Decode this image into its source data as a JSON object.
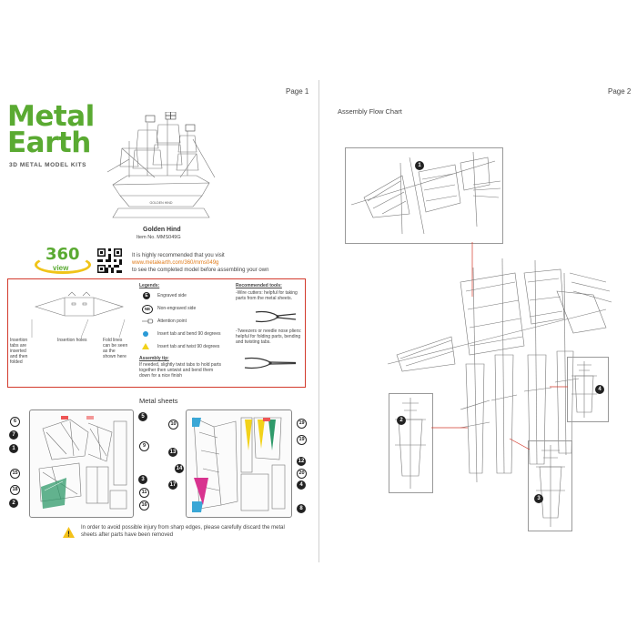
{
  "page1": {
    "page_label": "Page 1",
    "brand": {
      "line1": "Metal",
      "line2": "Earth",
      "tagline": "3D METAL MODEL KITS"
    },
    "model": {
      "name": "Golden Hind",
      "item_no": "Item No. MMS049G",
      "ship_plate": "GOLDEN HIND"
    },
    "view360": {
      "top": "360",
      "bottom": "view"
    },
    "visit_text": {
      "line1": "It is highly recommended that you visit",
      "link": "www.metalearth.com/360/mms049g",
      "line3": "to see the completed model before assembling your own"
    },
    "legends": {
      "title": "Legends:",
      "items": [
        {
          "symbol": "E",
          "label": "Engraved side"
        },
        {
          "symbol": "NE",
          "label": "Non-engraved side"
        },
        {
          "symbol": "",
          "label": "Attention point"
        },
        {
          "symbol": "",
          "label": "Insert tab and bend 90 degrees"
        },
        {
          "symbol": "",
          "label": "Insert tab and twist 90 degrees"
        }
      ]
    },
    "assembly_tip": {
      "title": "Assembly tip:",
      "text": "If needed, slightly twist tabs to hold parts together then untwist and bend them down for a nice finish"
    },
    "tools": {
      "title": "Recommended tools:",
      "wire": "-Wire cutters: helpful for taking parts from the metal sheets.",
      "pliers": "-Tweezers or needle nose pliers: helpful for folding parts, bending and twisting tabs."
    },
    "tab_labels": {
      "insertion_tabs": "Insertion tabs are inserted and then folded",
      "insertion_holes": "Insertion holes",
      "fold_lines": "Fold lines can be seen as the shown here"
    },
    "metal_sheets_title": "Metal sheets",
    "sheet1_numbers": [
      "6",
      "7",
      "1",
      "15",
      "18",
      "2",
      "5",
      "9",
      "3",
      "11",
      "16"
    ],
    "sheet2_numbers": [
      "10",
      "13",
      "14",
      "17",
      "19",
      "19",
      "12",
      "20",
      "4",
      "8"
    ],
    "warning": "In order to avoid possible injury from sharp edges, please carefully discard the metal sheets after parts have been removed"
  },
  "page2": {
    "page_label": "Page 2",
    "title": "Assembly Flow Chart",
    "step_numbers": [
      "1",
      "2",
      "3",
      "4"
    ]
  },
  "colors": {
    "brand_green": "#5aaa32",
    "legend_border": "#d33a2c",
    "link_orange": "#e07b1a",
    "bend_blue": "#2a9ad6",
    "twist_yellow": "#f2d21a",
    "warning_yellow": "#f4c21a"
  }
}
